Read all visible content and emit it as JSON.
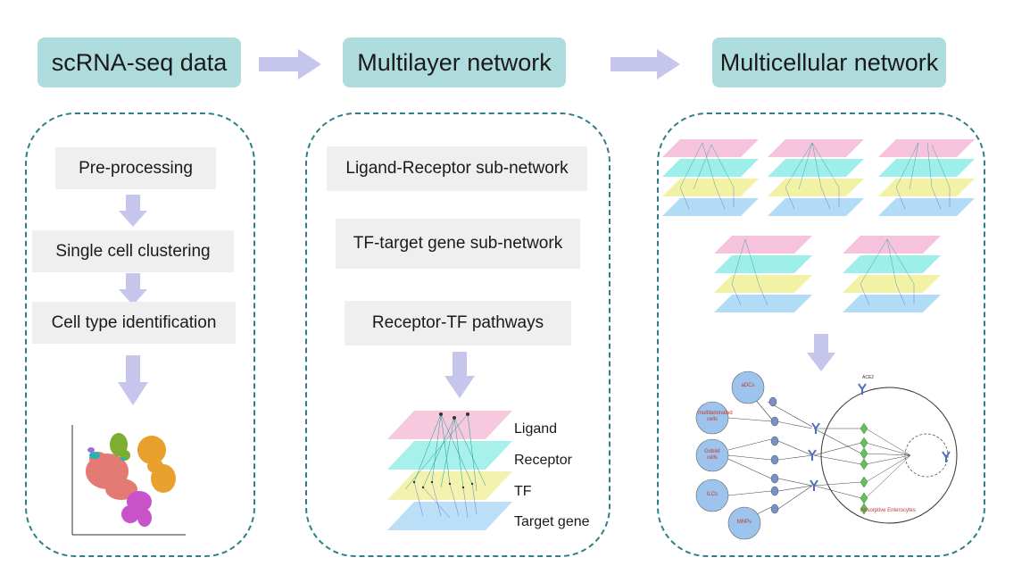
{
  "headers": [
    "scRNA-seq data",
    "Multilayer network",
    "Multicellular network"
  ],
  "left_steps": [
    "Pre-processing",
    "Single cell clustering",
    "Cell type identification"
  ],
  "middle_steps": [
    "Ligand-Receptor sub-network",
    "TF-target gene sub-network",
    "Receptor-TF pathways"
  ],
  "layer_labels": [
    "Ligand",
    "Receptor",
    "TF",
    "Target gene"
  ],
  "network": {
    "cells": [
      "aDCs",
      "multilaminated cells",
      "Goblet cells",
      "ILCs",
      "MNPs"
    ],
    "target_cell": "Absorptive Enterocytes",
    "receptor_label": "ACE2"
  },
  "colors": {
    "header_bg": "#aedcdc",
    "panel_border": "#2f7f86",
    "step_bg": "#efefef",
    "arrow": "#c6c6ec",
    "layer_ligand": "#f6c3dc",
    "layer_receptor": "#9eeeea",
    "layer_tf": "#f2f2a6",
    "layer_target": "#b2dcf6",
    "cell_node": "#9dc4ec",
    "node_green": "#66c05a"
  }
}
